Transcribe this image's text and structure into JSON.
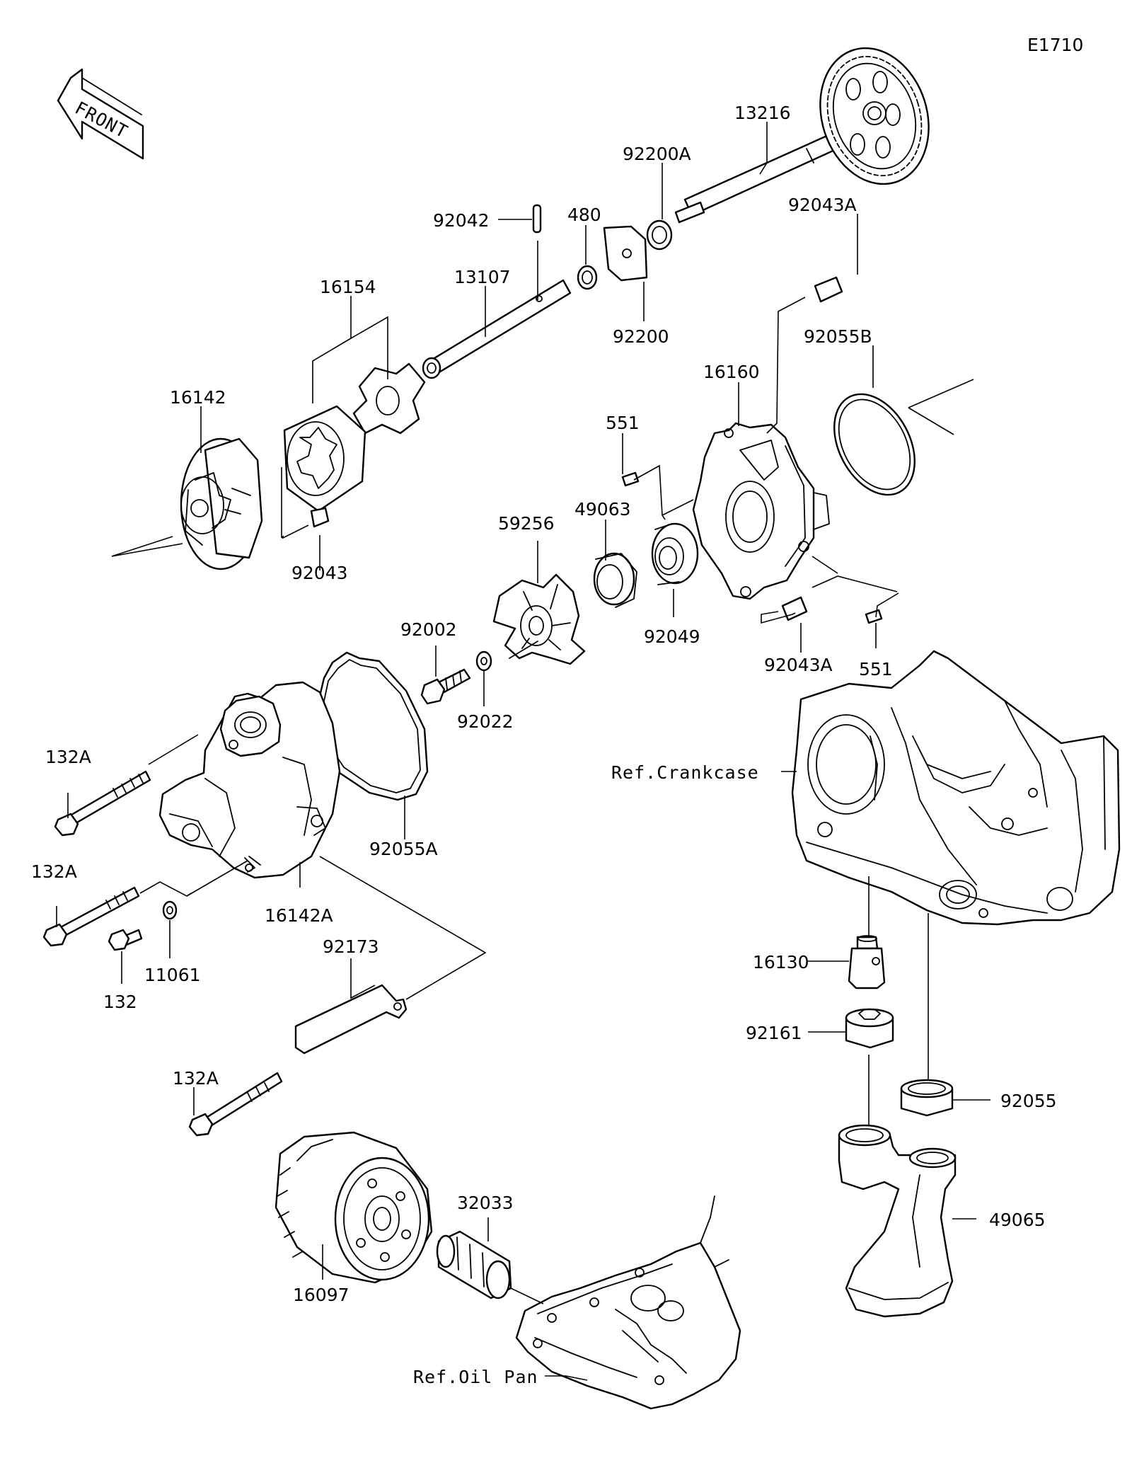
{
  "diagram_code": "E1710",
  "front_label": "FRONT",
  "references": {
    "crankcase": "Ref.Crankcase",
    "oil_pan": "Ref.Oil Pan"
  },
  "parts": [
    {
      "id": "p13216",
      "label": "13216"
    },
    {
      "id": "p92200A",
      "label": "92200A"
    },
    {
      "id": "p92042",
      "label": "92042"
    },
    {
      "id": "p480",
      "label": "480"
    },
    {
      "id": "p92043A_top",
      "label": "92043A"
    },
    {
      "id": "p16154",
      "label": "16154"
    },
    {
      "id": "p13107",
      "label": "13107"
    },
    {
      "id": "p92200",
      "label": "92200"
    },
    {
      "id": "p92055B",
      "label": "92055B"
    },
    {
      "id": "p16160",
      "label": "16160"
    },
    {
      "id": "p16142",
      "label": "16142"
    },
    {
      "id": "p551_top",
      "label": "551"
    },
    {
      "id": "p49063",
      "label": "49063"
    },
    {
      "id": "p59256",
      "label": "59256"
    },
    {
      "id": "p92043",
      "label": "92043"
    },
    {
      "id": "p92002",
      "label": "92002"
    },
    {
      "id": "p92049",
      "label": "92049"
    },
    {
      "id": "p92043A_bottom",
      "label": "92043A"
    },
    {
      "id": "p551_bottom",
      "label": "551"
    },
    {
      "id": "p92022",
      "label": "92022"
    },
    {
      "id": "p132A_1",
      "label": "132A"
    },
    {
      "id": "p92055A",
      "label": "92055A"
    },
    {
      "id": "p132A_2",
      "label": "132A"
    },
    {
      "id": "p16142A",
      "label": "16142A"
    },
    {
      "id": "p11061",
      "label": "11061"
    },
    {
      "id": "p132",
      "label": "132"
    },
    {
      "id": "p92173",
      "label": "92173"
    },
    {
      "id": "p16130",
      "label": "16130"
    },
    {
      "id": "p92161",
      "label": "92161"
    },
    {
      "id": "p132A_3",
      "label": "132A"
    },
    {
      "id": "p92055",
      "label": "92055"
    },
    {
      "id": "p32033",
      "label": "32033"
    },
    {
      "id": "p49065",
      "label": "49065"
    },
    {
      "id": "p16097",
      "label": "16097"
    }
  ]
}
